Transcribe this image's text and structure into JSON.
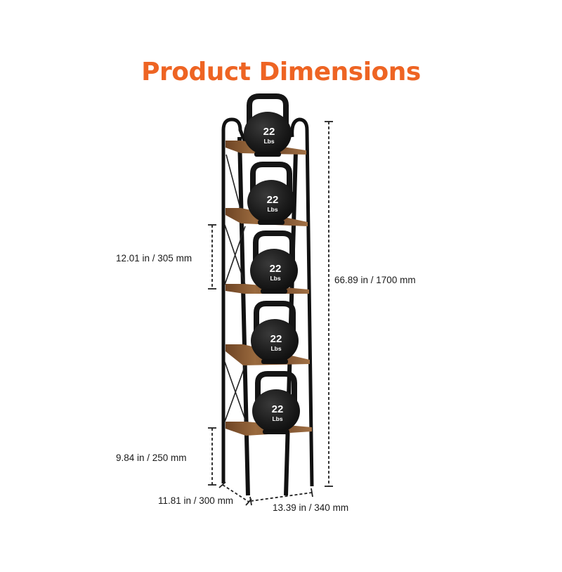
{
  "title": "Product Dimensions",
  "colors": {
    "title": "#ee6423",
    "frame": "#111111",
    "shelf_wood": "#8a5a32",
    "kettlebell": "#1c1c1c",
    "dimension_line": "#222222"
  },
  "kettlebell_label": {
    "weight": "22",
    "unit": "Lbs"
  },
  "kettlebell_count": 5,
  "dimensions": {
    "shelf_spacing": "12.01 in / 305 mm",
    "total_height": "66.89 in / 1700 mm",
    "bottom_clearance": "9.84 in / 250 mm",
    "depth": "11.81 in / 300 mm",
    "width": "13.39 in / 340 mm"
  }
}
